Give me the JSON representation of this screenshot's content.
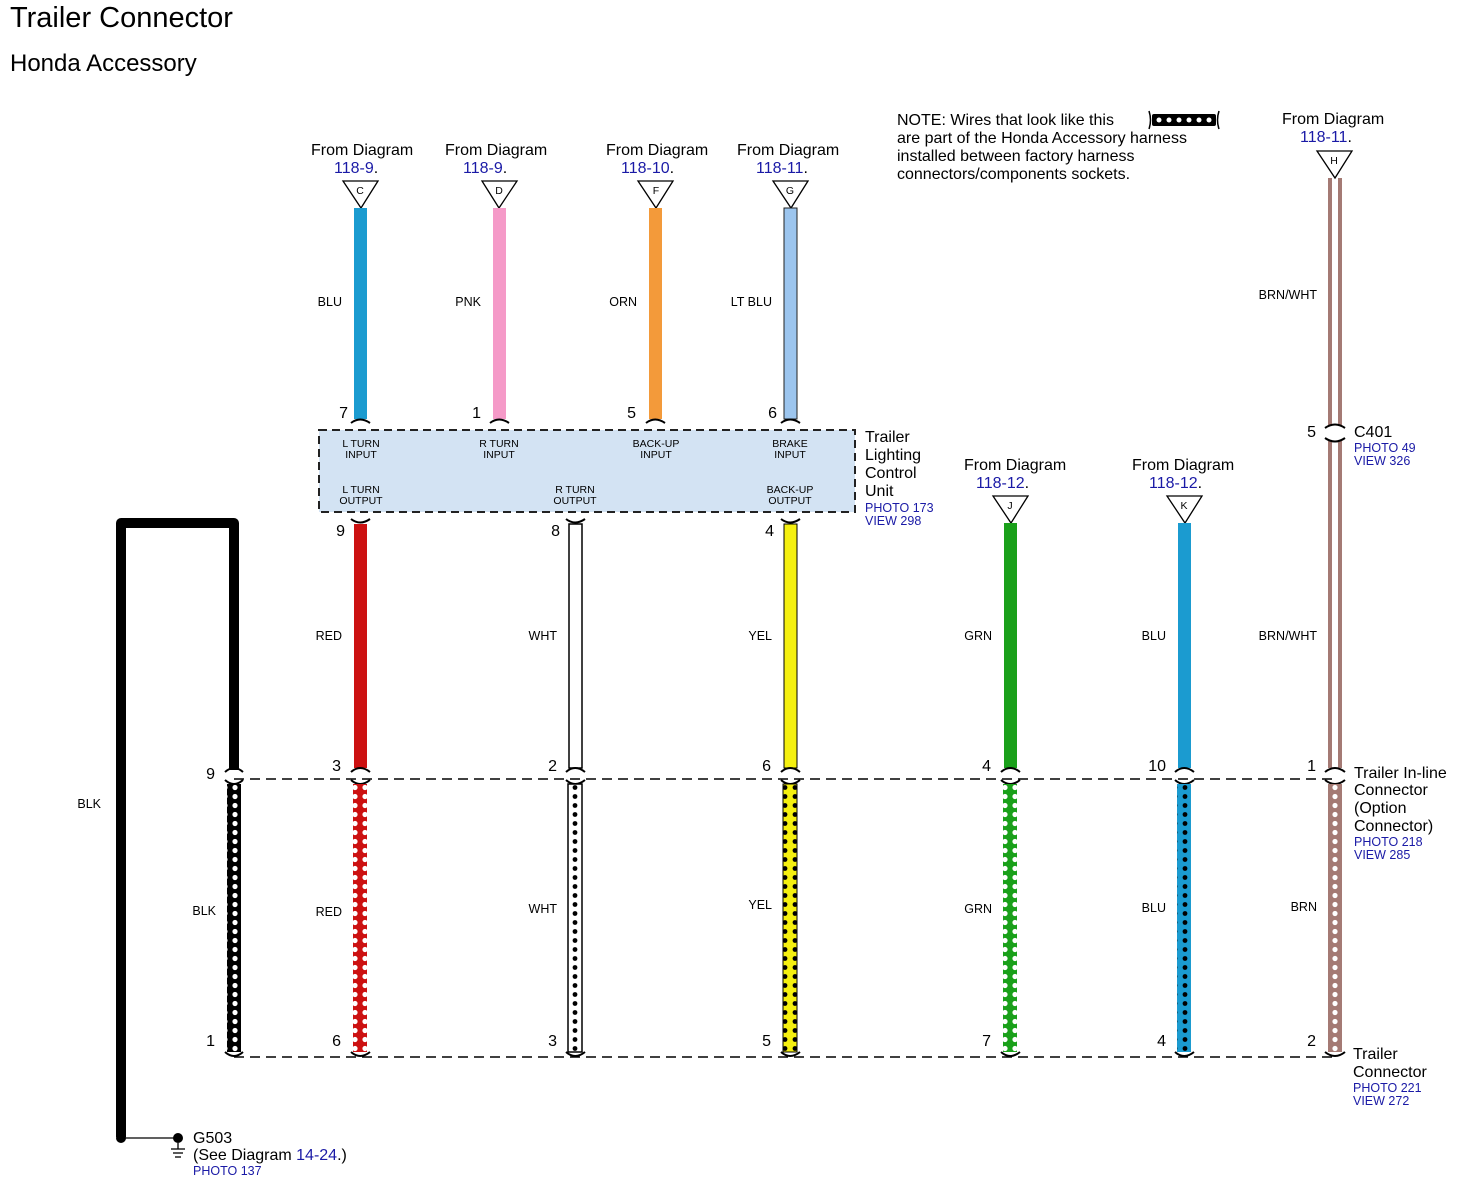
{
  "title": "Trailer Connector",
  "subtitle": "Honda Accessory",
  "note": {
    "lines": [
      "NOTE: Wires that look like this",
      "are part of the Honda Accessory harness",
      "installed between factory harness",
      "connectors/components sockets."
    ]
  },
  "from_label": "From Diagram",
  "sources": [
    {
      "letter": "C",
      "ref": "118-9"
    },
    {
      "letter": "D",
      "ref": "118-9"
    },
    {
      "letter": "F",
      "ref": "118-10"
    },
    {
      "letter": "G",
      "ref": "118-11"
    },
    {
      "letter": "H",
      "ref": "118-11"
    },
    {
      "letter": "J",
      "ref": "118-12"
    },
    {
      "letter": "K",
      "ref": "118-12"
    }
  ],
  "control_unit": {
    "name_lines": [
      "Trailer",
      "Lighting",
      "Control",
      "Unit"
    ],
    "photo": "PHOTO 173",
    "view": "VIEW 298",
    "inputs": [
      {
        "line1": "L TURN",
        "line2": "INPUT"
      },
      {
        "line1": "R TURN",
        "line2": "INPUT"
      },
      {
        "line1": "BACK-UP",
        "line2": "INPUT"
      },
      {
        "line1": "BRAKE",
        "line2": "INPUT"
      }
    ],
    "outputs": [
      {
        "line1": "L TURN",
        "line2": "OUTPUT"
      },
      {
        "line1": "R TURN",
        "line2": "OUTPUT"
      },
      {
        "line1": "BACK-UP",
        "line2": "OUTPUT"
      }
    ]
  },
  "input_wires": [
    {
      "color": "BLU",
      "pin": "7",
      "hex": "#1b9bd0"
    },
    {
      "color": "PNK",
      "pin": "1",
      "hex": "#f59ac8"
    },
    {
      "color": "ORN",
      "pin": "5",
      "hex": "#f39a3a"
    },
    {
      "color": "LT BLU",
      "pin": "6",
      "hex": "#9cc5ee"
    }
  ],
  "output_wires": [
    {
      "color": "RED",
      "pin_top": "9",
      "pin_bottom": "3",
      "hex": "#cc1111"
    },
    {
      "color": "WHT",
      "pin_top": "8",
      "pin_bottom": "2",
      "hex": "#ffffff"
    },
    {
      "color": "YEL",
      "pin_top": "4",
      "pin_bottom": "6",
      "hex": "#f5f010"
    },
    {
      "color": "GRN",
      "pin_top": "",
      "pin_bottom": "4",
      "hex": "#1aa01a"
    },
    {
      "color": "BLU",
      "pin_top": "",
      "pin_bottom": "10",
      "hex": "#1b9bd0"
    }
  ],
  "brn_wht": {
    "upper_label": "BRN/WHT",
    "lower_label": "BRN/WHT",
    "hex": "#a47a74"
  },
  "c401": {
    "name": "C401",
    "pin": "5",
    "photo": "PHOTO 49",
    "view": "VIEW 326"
  },
  "inline_connector": {
    "name_lines": [
      "Trailer In-line",
      "Connector",
      "(Option",
      "Connector)"
    ],
    "photo": "PHOTO 218",
    "view": "VIEW 285",
    "pins": [
      "9",
      "3",
      "2",
      "6",
      "4",
      "10",
      "1"
    ]
  },
  "harness_wires": [
    {
      "color": "BLK",
      "hex": "#000000"
    },
    {
      "color": "RED",
      "hex": "#cc1111"
    },
    {
      "color": "WHT",
      "hex": "#ffffff"
    },
    {
      "color": "YEL",
      "hex": "#f5f010"
    },
    {
      "color": "GRN",
      "hex": "#1aa01a"
    },
    {
      "color": "BLU",
      "hex": "#1b9bd0"
    },
    {
      "color": "BRN",
      "hex": "#a47a74"
    }
  ],
  "trailer_connector": {
    "name_lines": [
      "Trailer",
      "Connector"
    ],
    "photo": "PHOTO 221",
    "view": "VIEW 272",
    "pins": [
      "1",
      "6",
      "3",
      "5",
      "7",
      "4",
      "2"
    ]
  },
  "ground_wire": {
    "color": "BLK",
    "hex": "#000000"
  },
  "ground": {
    "name": "G503",
    "see_prefix": "(See Diagram ",
    "see_ref": "14-24",
    "see_suffix": ".)",
    "photo": "PHOTO 137"
  },
  "colors": {
    "link": "#1a1aa6",
    "unit_fill": "#d3e3f3"
  }
}
